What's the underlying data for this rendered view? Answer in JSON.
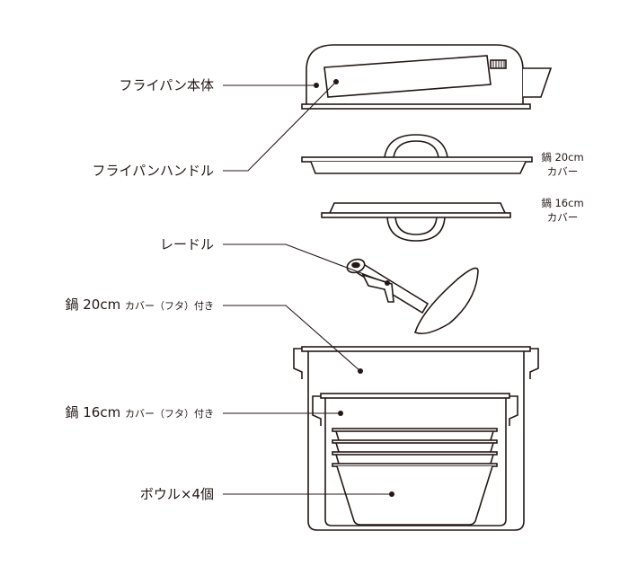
{
  "labels": {
    "frying_pan_body": "フライパン本体",
    "frying_pan_handle": "フライパンハンドル",
    "ladle": "レードル",
    "pot20_main": "鍋 20cm",
    "pot20_suffix": "カバー（フタ）付き",
    "pot16_main": "鍋 16cm",
    "pot16_suffix": "カバー（フタ）付き",
    "bowls": "ボウル×4個"
  },
  "side_labels": {
    "cover20_size": "鍋 20cm",
    "cover20_name": "カバー",
    "cover16_size": "鍋 16cm",
    "cover16_name": "カバー"
  },
  "colors": {
    "line": "#231815",
    "background": "#ffffff"
  }
}
